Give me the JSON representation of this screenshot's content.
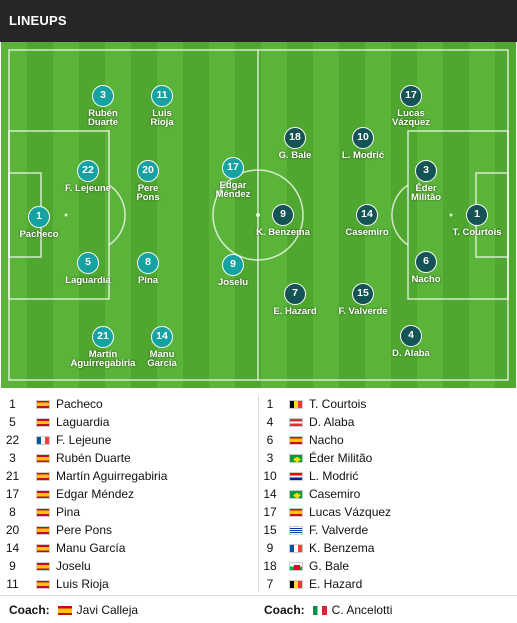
{
  "header": {
    "title": "LINEUPS"
  },
  "colors": {
    "home_circle": "#17a2a2",
    "away_circle": "#155454",
    "pitch_light": "#5bb43a",
    "pitch_dark": "#4fa72f",
    "header_bg": "#262626"
  },
  "pitch": {
    "home": [
      {
        "number": "1",
        "name": "Pacheco"
      },
      {
        "number": "22",
        "name": "F. Lejeune"
      },
      {
        "number": "5",
        "name": "Laguardia"
      },
      {
        "number": "3",
        "name": "Rubén Duarte"
      },
      {
        "number": "21",
        "name": "Martín Aguirregabiria"
      },
      {
        "number": "20",
        "name": "Pere Pons"
      },
      {
        "number": "8",
        "name": "Pina"
      },
      {
        "number": "11",
        "name": "Luis Rioja"
      },
      {
        "number": "14",
        "name": "Manu García"
      },
      {
        "number": "17",
        "name": "Edgar Méndez"
      },
      {
        "number": "9",
        "name": "Joselu"
      }
    ],
    "away": [
      {
        "number": "1",
        "name": "T. Courtois"
      },
      {
        "number": "3",
        "name": "Éder Militão"
      },
      {
        "number": "6",
        "name": "Nacho"
      },
      {
        "number": "17",
        "name": "Lucas Vázquez"
      },
      {
        "number": "4",
        "name": "D. Alaba"
      },
      {
        "number": "10",
        "name": "L. Modrić"
      },
      {
        "number": "14",
        "name": "Casemiro"
      },
      {
        "number": "15",
        "name": "F. Valverde"
      },
      {
        "number": "18",
        "name": "G. Bale"
      },
      {
        "number": "9",
        "name": "K. Benzema"
      },
      {
        "number": "7",
        "name": "E. Hazard"
      }
    ]
  },
  "lists": {
    "home": [
      {
        "number": "1",
        "flag": "spain-flag-icon",
        "name": "Pacheco"
      },
      {
        "number": "5",
        "flag": "spain-flag-icon",
        "name": "Laguardia"
      },
      {
        "number": "22",
        "flag": "france-flag-icon",
        "name": "F. Lejeune"
      },
      {
        "number": "3",
        "flag": "spain-flag-icon",
        "name": "Rubén Duarte"
      },
      {
        "number": "21",
        "flag": "spain-flag-icon",
        "name": "Martín Aguirregabiria"
      },
      {
        "number": "17",
        "flag": "spain-flag-icon",
        "name": "Edgar Méndez"
      },
      {
        "number": "8",
        "flag": "spain-flag-icon",
        "name": "Pina"
      },
      {
        "number": "20",
        "flag": "spain-flag-icon",
        "name": "Pere Pons"
      },
      {
        "number": "14",
        "flag": "spain-flag-icon",
        "name": "Manu García"
      },
      {
        "number": "9",
        "flag": "spain-flag-icon",
        "name": "Joselu"
      },
      {
        "number": "11",
        "flag": "spain-flag-icon",
        "name": "Luis Rioja"
      }
    ],
    "away": [
      {
        "number": "1",
        "flag": "belgium-flag-icon",
        "name": "T. Courtois"
      },
      {
        "number": "4",
        "flag": "austria-flag-icon",
        "name": "D. Alaba"
      },
      {
        "number": "6",
        "flag": "spain-flag-icon",
        "name": "Nacho"
      },
      {
        "number": "3",
        "flag": "brazil-flag-icon",
        "name": "Éder Militão"
      },
      {
        "number": "10",
        "flag": "croatia-flag-icon",
        "name": "L. Modrić"
      },
      {
        "number": "14",
        "flag": "brazil-flag-icon",
        "name": "Casemiro"
      },
      {
        "number": "17",
        "flag": "spain-flag-icon",
        "name": "Lucas Vázquez"
      },
      {
        "number": "15",
        "flag": "uruguay-flag-icon",
        "name": "F. Valverde"
      },
      {
        "number": "9",
        "flag": "france-flag-icon",
        "name": "K. Benzema"
      },
      {
        "number": "18",
        "flag": "wales-flag-icon",
        "name": "G. Bale"
      },
      {
        "number": "7",
        "flag": "belgium-flag-icon",
        "name": "E. Hazard"
      }
    ]
  },
  "coaches": {
    "label": "Coach:",
    "home": {
      "flag": "spain-flag-icon",
      "name": "Javi Calleja"
    },
    "away": {
      "flag": "italy-flag-icon",
      "name": "C. Ancelotti"
    }
  }
}
